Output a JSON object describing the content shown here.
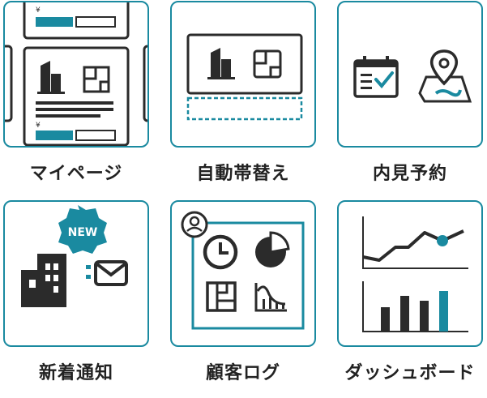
{
  "colors": {
    "accent": "#1a8aa0",
    "ink": "#2b2b2b"
  },
  "tiles": [
    {
      "label": "マイページ",
      "icon": "mypage-listing-icon"
    },
    {
      "label": "自動帯替え",
      "icon": "auto-banner-switch-icon"
    },
    {
      "label": "内見予約",
      "icon": "viewing-reservation-icon"
    },
    {
      "label": "新着通知",
      "icon": "new-arrival-notification-icon",
      "badge": "NEW"
    },
    {
      "label": "顧客ログ",
      "icon": "customer-log-icon"
    },
    {
      "label": "ダッシュボード",
      "icon": "dashboard-icon"
    }
  ]
}
